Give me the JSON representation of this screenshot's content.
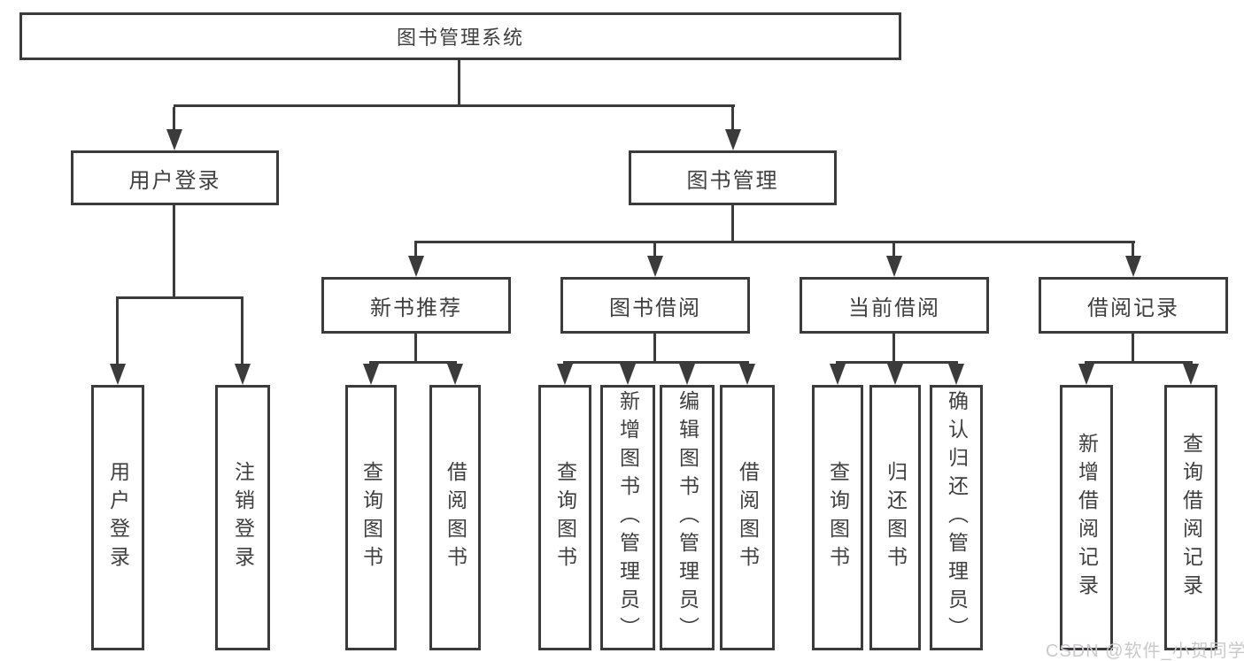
{
  "title": "图书管理系统",
  "level2": {
    "left": "用户登录",
    "right": "图书管理"
  },
  "level3": [
    "新书推荐",
    "图书借阅",
    "当前借阅",
    "借阅记录"
  ],
  "leaves": {
    "login": [
      "用户登录",
      "注销登录"
    ],
    "recommend": [
      "查询图书",
      "借阅图书"
    ],
    "borrow": [
      "查询图书",
      "新增图书（管理员）",
      "编辑图书（管理员）",
      "借阅图书"
    ],
    "current": [
      "查询图书",
      "归还图书",
      "确认归还（管理员）"
    ],
    "records": [
      "新增借阅记录",
      "查询借阅记录"
    ]
  },
  "watermark": "CSDN @软件_小贺同学",
  "colors": {
    "line": "#3b3b3b",
    "text": "#3f3f3f",
    "background": "#ffffff",
    "watermark": "#cbc8cc"
  }
}
